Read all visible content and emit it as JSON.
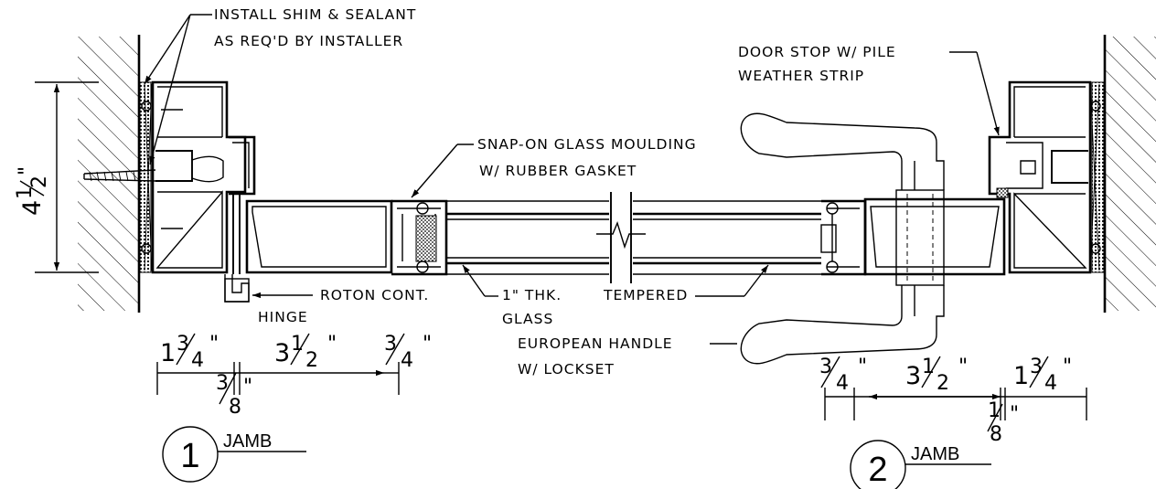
{
  "notes": {
    "shim_line1": "INSTALL SHIM & SEALANT",
    "shim_line2": "AS REQ'D BY INSTALLER",
    "door_stop_line1": "DOOR STOP W/ PILE",
    "door_stop_line2": "WEATHER STRIP",
    "snap_line1": "SNAP-ON GLASS MOULDING",
    "snap_line2": "W/ RUBBER GASKET",
    "hinge_line1": "ROTON CONT.",
    "hinge_line2": "HINGE",
    "glass_line1": "1\" THK.",
    "glass_tempered": "TEMPERED",
    "glass_line2": "GLASS",
    "handle_line1": "EUROPEAN HANDLE",
    "handle_line2": "W/ LOCKSET"
  },
  "dimensions": {
    "vertical": {
      "whole": "4",
      "num": "1",
      "den": "2",
      "inch": "\""
    },
    "left": {
      "d1": {
        "whole": "1",
        "num": "3",
        "den": "4",
        "inch": "\""
      },
      "d2": {
        "whole": "3",
        "num": "1",
        "den": "2",
        "inch": "\""
      },
      "d3": {
        "num": "3",
        "den": "4",
        "inch": "\""
      },
      "d4": {
        "num": "3",
        "den": "8",
        "inch": "\""
      }
    },
    "right": {
      "d1": {
        "num": "3",
        "den": "4",
        "inch": "\""
      },
      "d2": {
        "whole": "3",
        "num": "1",
        "den": "2",
        "inch": "\""
      },
      "d3": {
        "whole": "1",
        "num": "3",
        "den": "4",
        "inch": "\""
      },
      "d4": {
        "num": "1",
        "den": "8",
        "inch": "\""
      }
    }
  },
  "details": [
    {
      "number": "1",
      "label": "JAMB"
    },
    {
      "number": "2",
      "label": "JAMB"
    }
  ]
}
